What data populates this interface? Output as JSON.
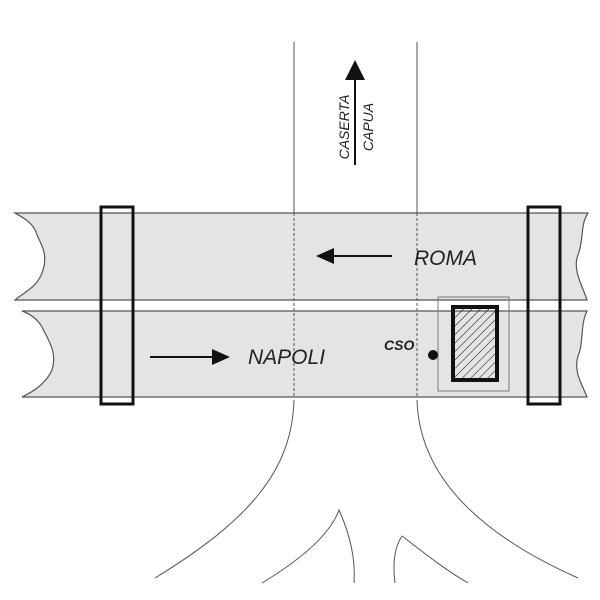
{
  "labels": {
    "north_top": "CASERTA",
    "north_bottom": "CAPUA",
    "westbound": "ROMA",
    "eastbound": "NAPOLI",
    "station": "CSO"
  },
  "colors": {
    "road_fill": "#e4e4e4",
    "line": "#555555",
    "ink": "#111111",
    "background": "#ffffff"
  },
  "icons": {
    "direction_arrow": "arrow",
    "station_dot": "filled-circle",
    "building": "hatched-rectangle"
  }
}
